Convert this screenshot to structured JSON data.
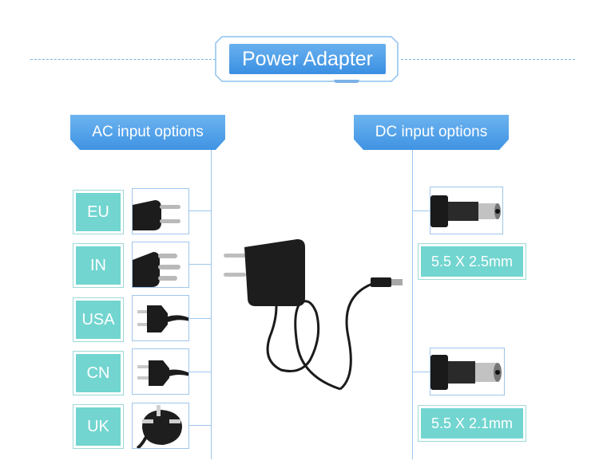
{
  "title": "Power Adapter",
  "ac_section": {
    "heading": "AC input options",
    "plugs": [
      {
        "label": "EU"
      },
      {
        "label": "IN"
      },
      {
        "label": "USA"
      },
      {
        "label": "CN"
      },
      {
        "label": "UK"
      }
    ]
  },
  "dc_section": {
    "heading": "DC input options",
    "sizes": [
      {
        "label": "5.5 X 2.5mm"
      },
      {
        "label": "5.5 X 2.1mm"
      }
    ]
  },
  "colors": {
    "accent_blue": "#3f93e3",
    "teal_label": "#72d5d0",
    "frame_line": "#9fc6ec"
  }
}
